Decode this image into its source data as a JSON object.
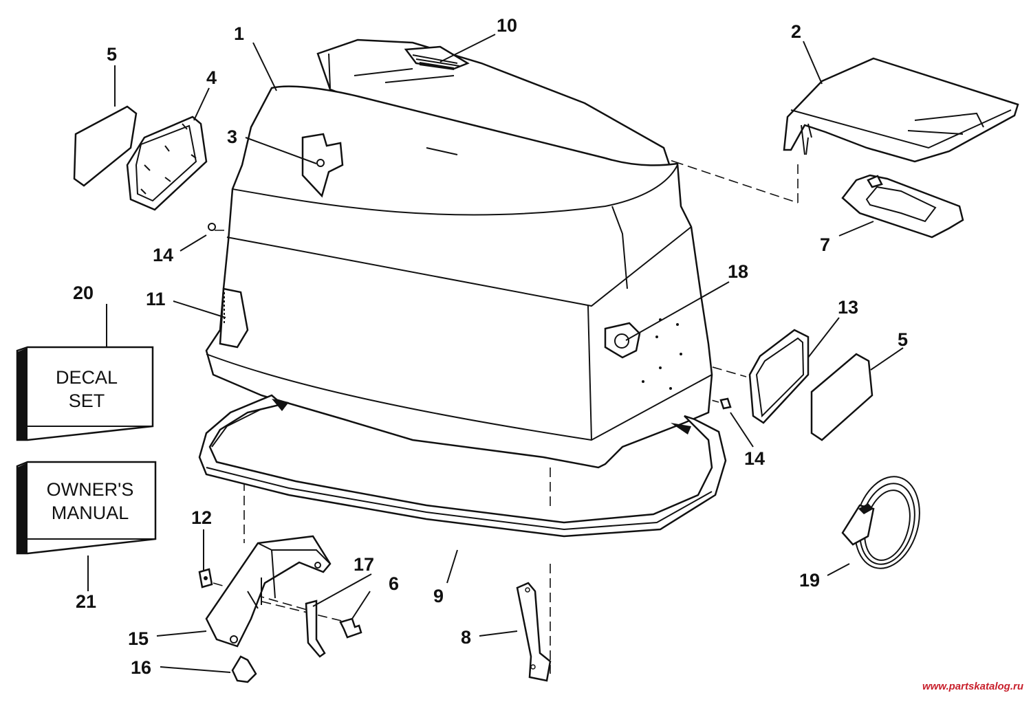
{
  "callouts": {
    "c1": "1",
    "c2": "2",
    "c3": "3",
    "c4": "4",
    "c5a": "5",
    "c5b": "5",
    "c6": "6",
    "c7": "7",
    "c8": "8",
    "c9": "9",
    "c10": "10",
    "c11": "11",
    "c12": "12",
    "c13": "13",
    "c14a": "14",
    "c14b": "14",
    "c15": "15",
    "c16": "16",
    "c17": "17",
    "c18": "18",
    "c19": "19",
    "c20": "20",
    "c21": "21"
  },
  "boxes": {
    "decal_line1": "DECAL",
    "decal_line2": "SET",
    "manual_line1": "OWNER'S",
    "manual_line2": "MANUAL"
  },
  "watermark": "www.partskatalog.ru",
  "colors": {
    "ink": "#111111",
    "watermark": "#c8202c"
  }
}
